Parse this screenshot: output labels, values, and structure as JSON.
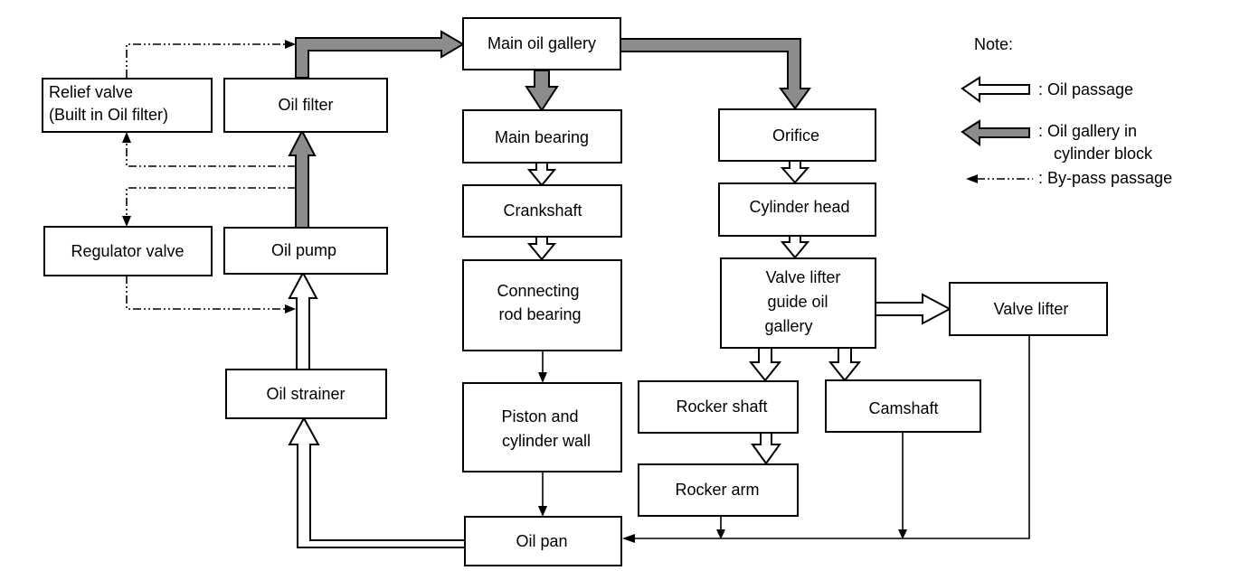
{
  "boxes": {
    "main_oil_gallery": "Main oil gallery",
    "relief_valve": [
      "Relief valve",
      "(Built in Oil filter)"
    ],
    "oil_filter": "Oil filter",
    "regulator_valve": "Regulator valve",
    "oil_pump": "Oil pump",
    "oil_strainer": "Oil strainer",
    "main_bearing": "Main bearing",
    "crankshaft": "Crankshaft",
    "connecting_rod_bearing": [
      "Connecting",
      "rod bearing"
    ],
    "piston_cylinder_wall": [
      "Piston and",
      "cylinder wall"
    ],
    "oil_pan": "Oil pan",
    "orifice": "Orifice",
    "cylinder_head": "Cylinder head",
    "valve_lifter_guide": [
      "Valve lifter",
      "guide oil",
      "gallery"
    ],
    "valve_lifter": "Valve lifter",
    "rocker_shaft": "Rocker shaft",
    "camshaft": "Camshaft",
    "rocker_arm": "Rocker arm"
  },
  "legend": {
    "title": "Note:",
    "oil_passage": ": Oil passage",
    "oil_gallery": [
      ": Oil gallery in",
      "cylinder block"
    ],
    "bypass": ": By-pass passage"
  },
  "colors": {
    "gallery_fill": "#8c8c8c",
    "passage_fill": "#ffffff",
    "line": "#000000"
  }
}
